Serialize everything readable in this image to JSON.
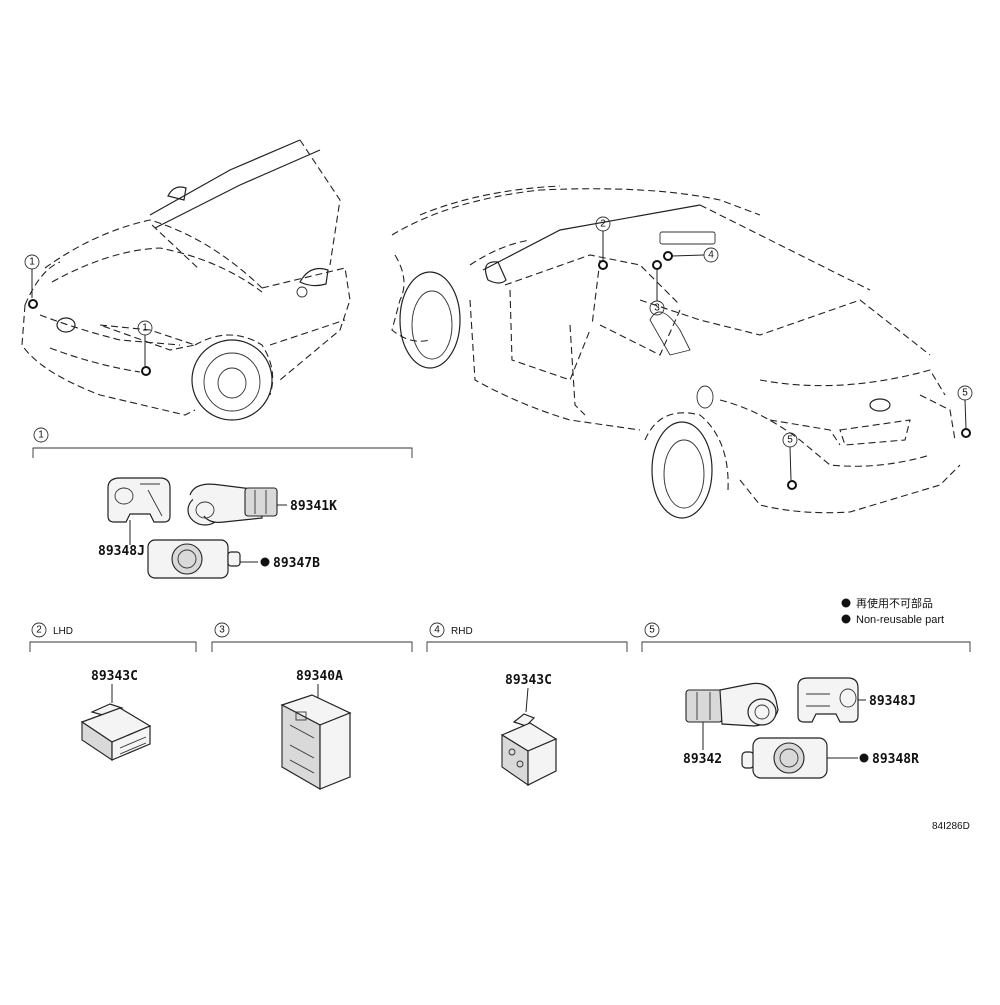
{
  "callouts": {
    "c1": "1",
    "c2": "2",
    "c3": "3",
    "c4": "4",
    "c5": "5"
  },
  "sections": {
    "s1": {
      "num": "1",
      "label": ""
    },
    "s2": {
      "num": "2",
      "label": "LHD"
    },
    "s3": {
      "num": "3",
      "label": ""
    },
    "s4": {
      "num": "4",
      "label": "RHD"
    },
    "s5": {
      "num": "5",
      "label": ""
    }
  },
  "parts": {
    "p89348J_a": "89348J",
    "p89341K": "89341K",
    "p89347B": "89347B",
    "p89343C_lhd": "89343C",
    "p89340A": "89340A",
    "p89343C_rhd": "89343C",
    "p89342": "89342",
    "p89348J_b": "89348J",
    "p89348R": "89348R"
  },
  "legend": {
    "jp": "再使用不可部品",
    "en": "Non-reusable part"
  },
  "diagram_code": "84I286D"
}
